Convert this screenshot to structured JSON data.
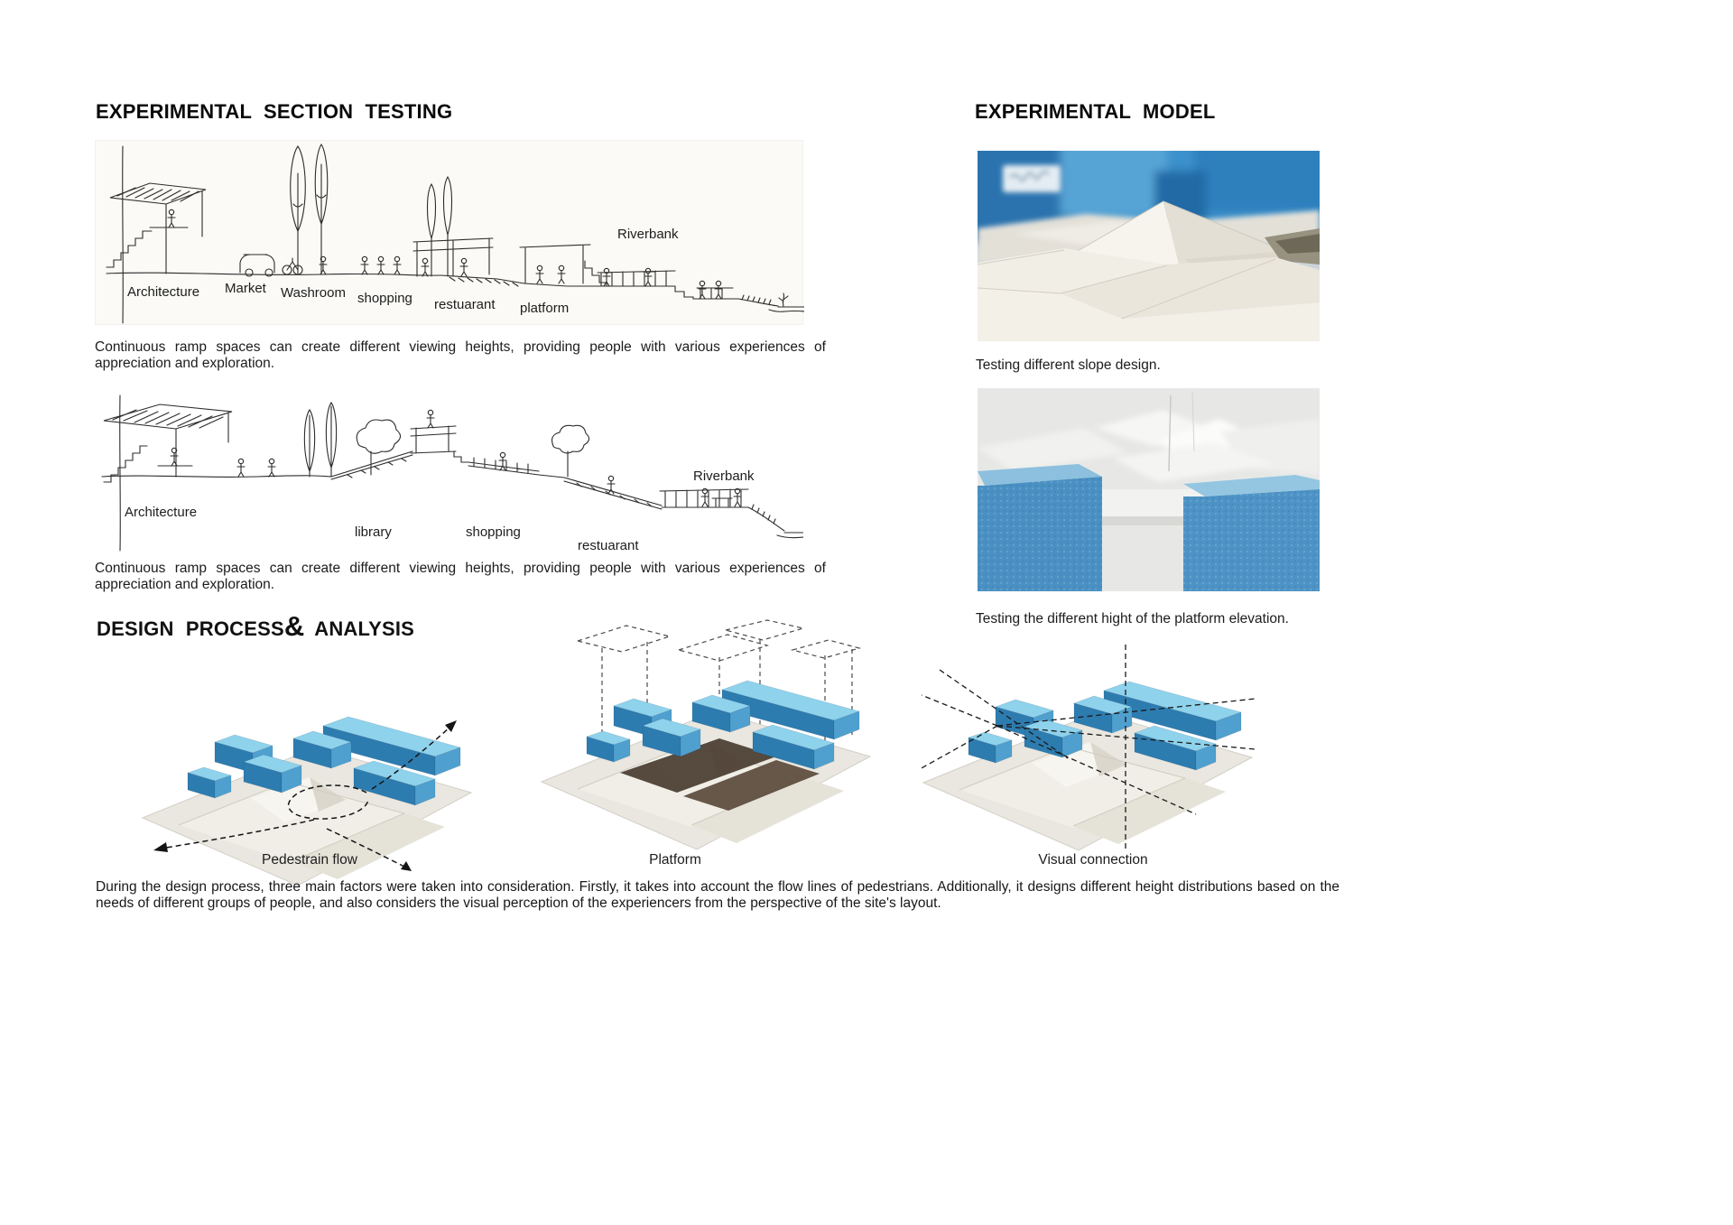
{
  "page": {
    "left": {
      "section_title": "EXPERIMENTAL SECTION TESTING",
      "sketch1": {
        "labels": {
          "riverbank": "Riverbank",
          "architecture": "Architecture",
          "market": "Market",
          "washroom": "Washroom",
          "shopping": "shopping",
          "restuarant": "restuarant",
          "platform": "platform"
        },
        "caption": "Continuous ramp spaces can create different viewing heights, providing people with various experiences of appreciation and exploration."
      },
      "sketch2": {
        "labels": {
          "riverbank": "Riverbank",
          "architecture": "Architecture",
          "library": "library",
          "shopping": "shopping",
          "restuarant": "restuarant"
        },
        "caption": "Continuous ramp spaces can create different viewing heights, providing people with various experiences of appreciation and exploration."
      }
    },
    "right": {
      "model_title": "EXPERIMENTAL MODEL",
      "photo1_caption": "Testing different slope design.",
      "photo2_caption": "Testing the different hight of the platform elevation."
    },
    "process": {
      "title_main": "DESIGN PROCESS",
      "title_amp": "&",
      "title_tail": "ANALYSIS",
      "models": [
        {
          "label": "Pedestrain flow"
        },
        {
          "label": "Platform"
        },
        {
          "label": "Visual connection"
        }
      ],
      "paragraph": "During the design process, three main factors were taken into consideration. Firstly, it takes into account the flow lines of pedestrians. Additionally, it designs different height distributions based on the needs of different groups of people, and also considers the visual perception of the experiencers from the perspective of the site's layout."
    }
  }
}
